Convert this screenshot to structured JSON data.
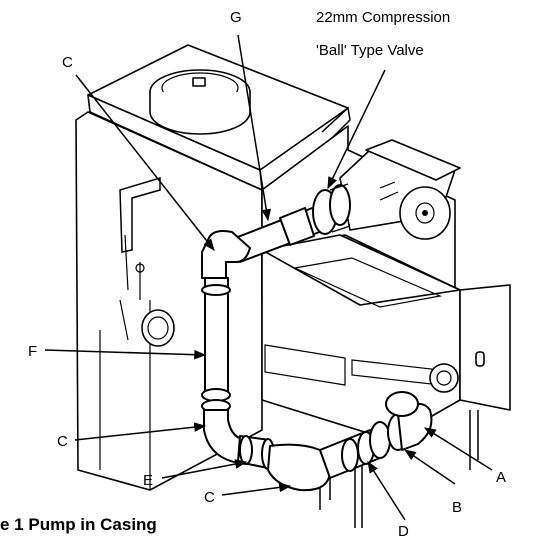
{
  "labels": {
    "g": "G",
    "valve_line1": "22mm Compression",
    "valve_line2": "'Ball' Type Valve",
    "c_top": "C",
    "f": "F",
    "c_mid": "C",
    "e": "E",
    "c_bottom": "C",
    "a": "A",
    "b": "B",
    "d": "D"
  },
  "caption": "e 1   Pump in Casing"
}
